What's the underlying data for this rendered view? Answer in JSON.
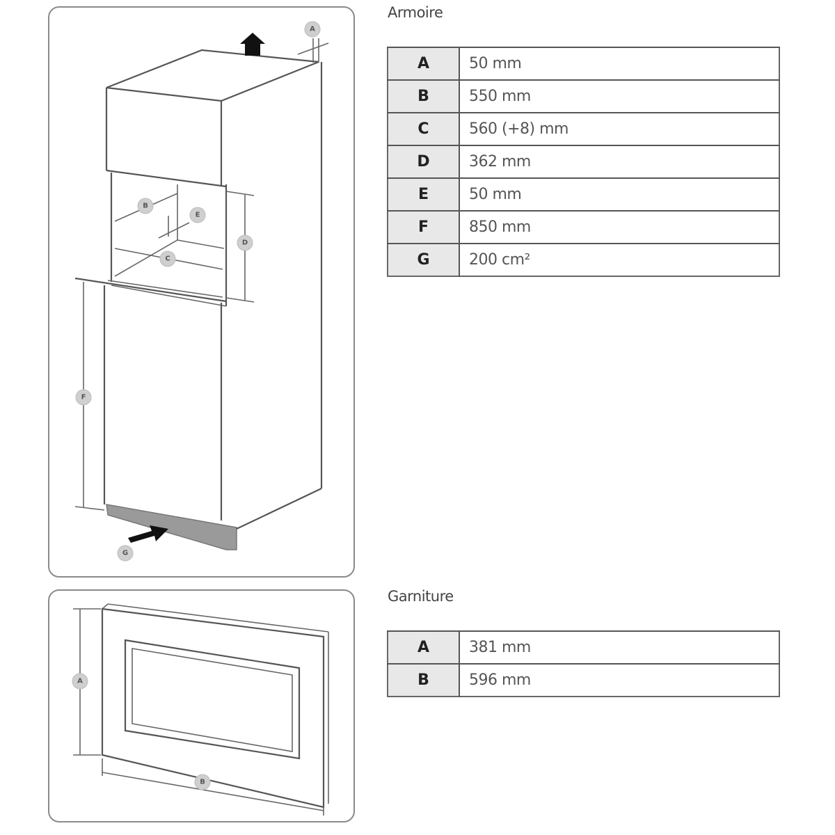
{
  "diagram": {
    "cabinet_labels": [
      "A",
      "B",
      "C",
      "D",
      "E",
      "F",
      "G"
    ],
    "trim_labels": [
      "A",
      "B"
    ]
  },
  "armoire": {
    "title": "Armoire",
    "rows": [
      {
        "key": "A",
        "value": "50 mm"
      },
      {
        "key": "B",
        "value": "550 mm"
      },
      {
        "key": "C",
        "value": "560 (+8) mm"
      },
      {
        "key": "D",
        "value": "362 mm"
      },
      {
        "key": "E",
        "value": "50 mm"
      },
      {
        "key": "F",
        "value": "850 mm"
      },
      {
        "key": "G",
        "value": "200 cm²"
      }
    ]
  },
  "garniture": {
    "title": "Garniture",
    "rows": [
      {
        "key": "A",
        "value": "381 mm"
      },
      {
        "key": "B",
        "value": "596 mm"
      }
    ]
  }
}
